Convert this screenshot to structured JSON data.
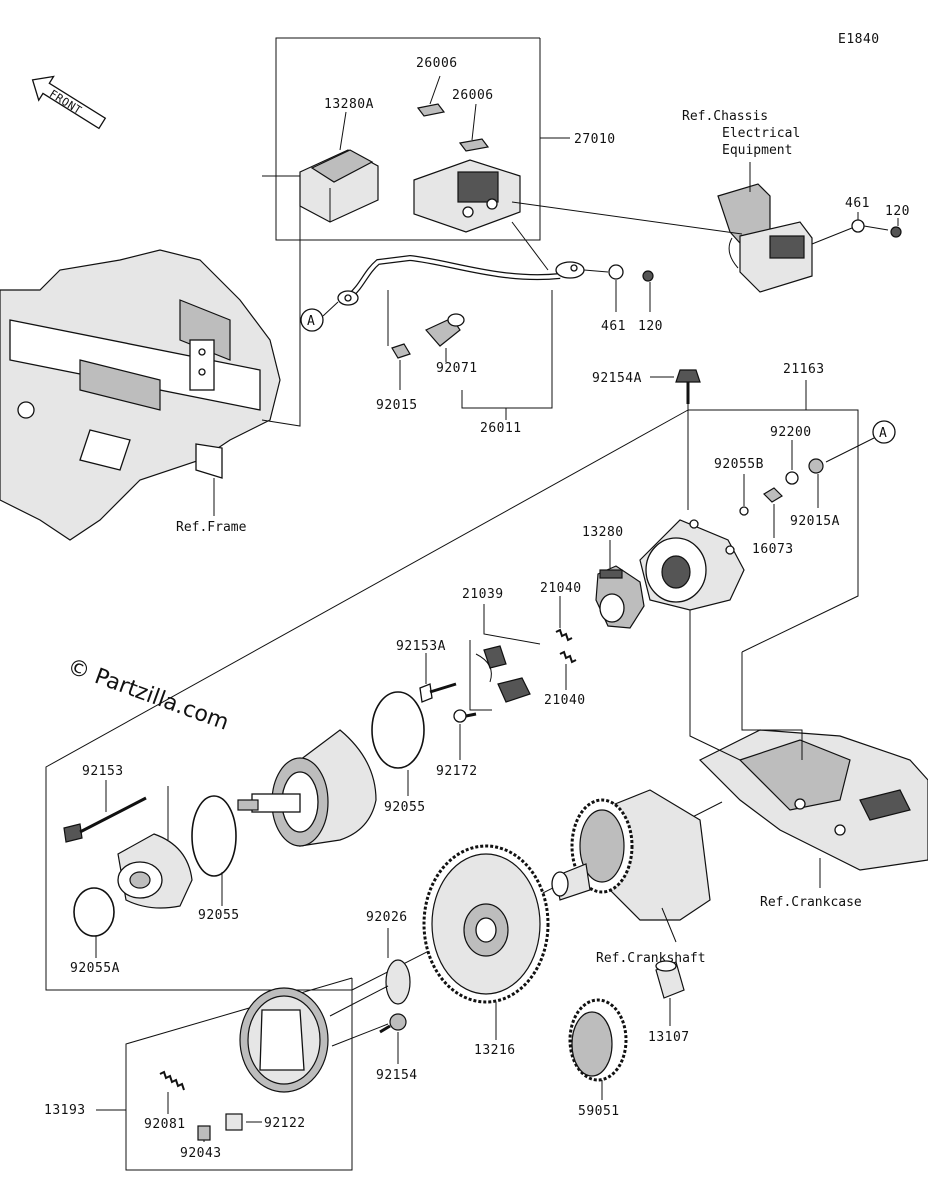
{
  "diagram": {
    "code": "E1840",
    "watermark": "© Partzilla.com",
    "front_label": "FRONT",
    "callout_letter": "A",
    "part_labels": {
      "p26006a": "26006",
      "p26006b": "26006",
      "p13280A": "13280A",
      "p27010": "27010",
      "p461a": "461",
      "p120a": "120",
      "p461b": "461",
      "p120b": "120",
      "p92015": "92015",
      "p92071": "92071",
      "p26011": "26011",
      "p92154A": "92154A",
      "p21163": "21163",
      "p92200": "92200",
      "p92055B": "92055B",
      "p16073": "16073",
      "p92015A": "92015A",
      "p13280": "13280",
      "p21039": "21039",
      "p21040a": "21040",
      "p21040b": "21040",
      "p92153A": "92153A",
      "p92172": "92172",
      "p92055a": "92055",
      "p92153": "92153",
      "p92055b": "92055",
      "p92055A": "92055A",
      "p92026": "92026",
      "p13216": "13216",
      "p92154": "92154",
      "p59051": "59051",
      "p13107": "13107",
      "p13193": "13193",
      "p92081": "92081",
      "p92043": "92043",
      "p92122": "92122"
    },
    "refs": {
      "chassis_1": "Ref.Chassis",
      "chassis_2": "Electrical",
      "chassis_3": "Equipment",
      "frame": "Ref.Frame",
      "crankshaft": "Ref.Crankshaft",
      "crankcase": "Ref.Crankcase"
    }
  }
}
